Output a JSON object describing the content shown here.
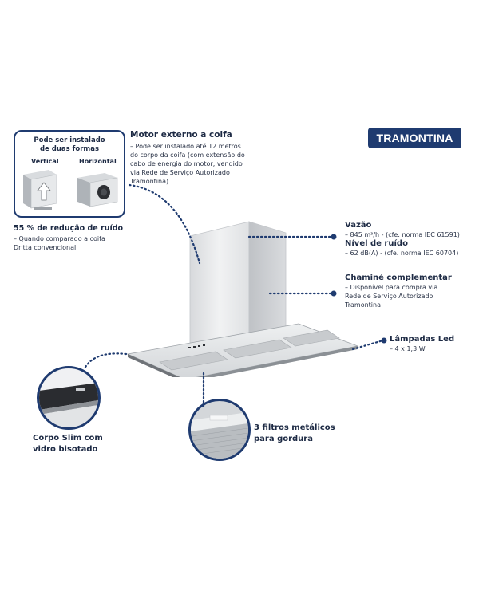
{
  "brand": {
    "name": "TRAMONTINA"
  },
  "install": {
    "title_line1": "Pode ser instalado",
    "title_line2": "de duas formas",
    "vertical": "Vertical",
    "horizontal": "Horizontal"
  },
  "noise_reduction": {
    "title": "55 % de redução de ruído",
    "line1": "– Quando comparado a coifa",
    "line2": "Dritta convencional"
  },
  "motor": {
    "title": "Motor externo a coifa",
    "lines": [
      "– Pode ser instalado até 12 metros",
      "do corpo da coifa (com extensão do",
      "cabo de energia do motor, vendido",
      "via Rede de Serviço Autorizado",
      "Tramontina)."
    ]
  },
  "flow": {
    "title": "Vazão",
    "detail": "– 845 m³/h - (cfe. norma IEC 61591)"
  },
  "noise": {
    "title": "Nível de ruído",
    "detail": "– 62 dB(A) - (cfe. norma IEC 60704)"
  },
  "chimney": {
    "title": "Chaminé complementar",
    "lines": [
      "– Disponível para compra via",
      "Rede de Serviço Autorizado",
      "Tramontina"
    ]
  },
  "lamps": {
    "title": "Lâmpadas Led",
    "detail": "– 4 x 1,3 W"
  },
  "body": {
    "line1": "Corpo Slim com",
    "line2": "vidro bisotado"
  },
  "filters": {
    "line1": "3 filtros metálicos",
    "line2": "para gordura"
  },
  "colors": {
    "brand_blue": "#1f3b70",
    "text_navy": "#1d2a44"
  },
  "icons": [
    "motor-box-vertical-icon",
    "motor-box-horizontal-icon",
    "arrow-up-icon"
  ]
}
